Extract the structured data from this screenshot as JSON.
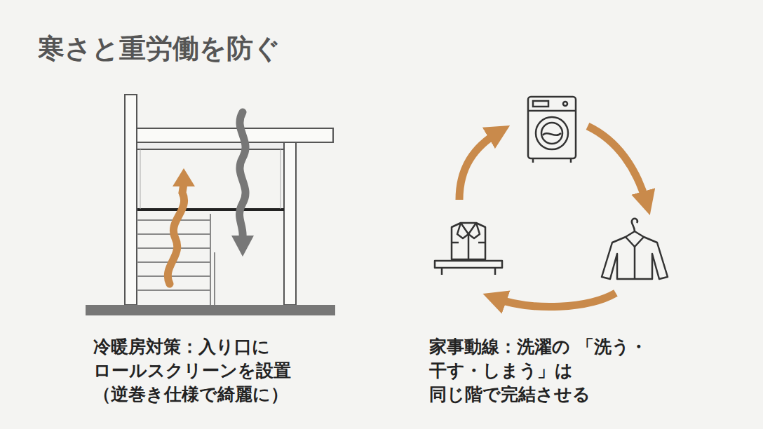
{
  "diagram": {
    "title": "寒さと重労働を防ぐ",
    "labels": [
      "冷暖房対策：入り口に ロールスクリーンを設置 （逆巻き仕様で綺麗に）",
      "家事動線：洗濯の 「洗う・干す・しまう」は 同じ階で完結させる"
    ]
  }
}
